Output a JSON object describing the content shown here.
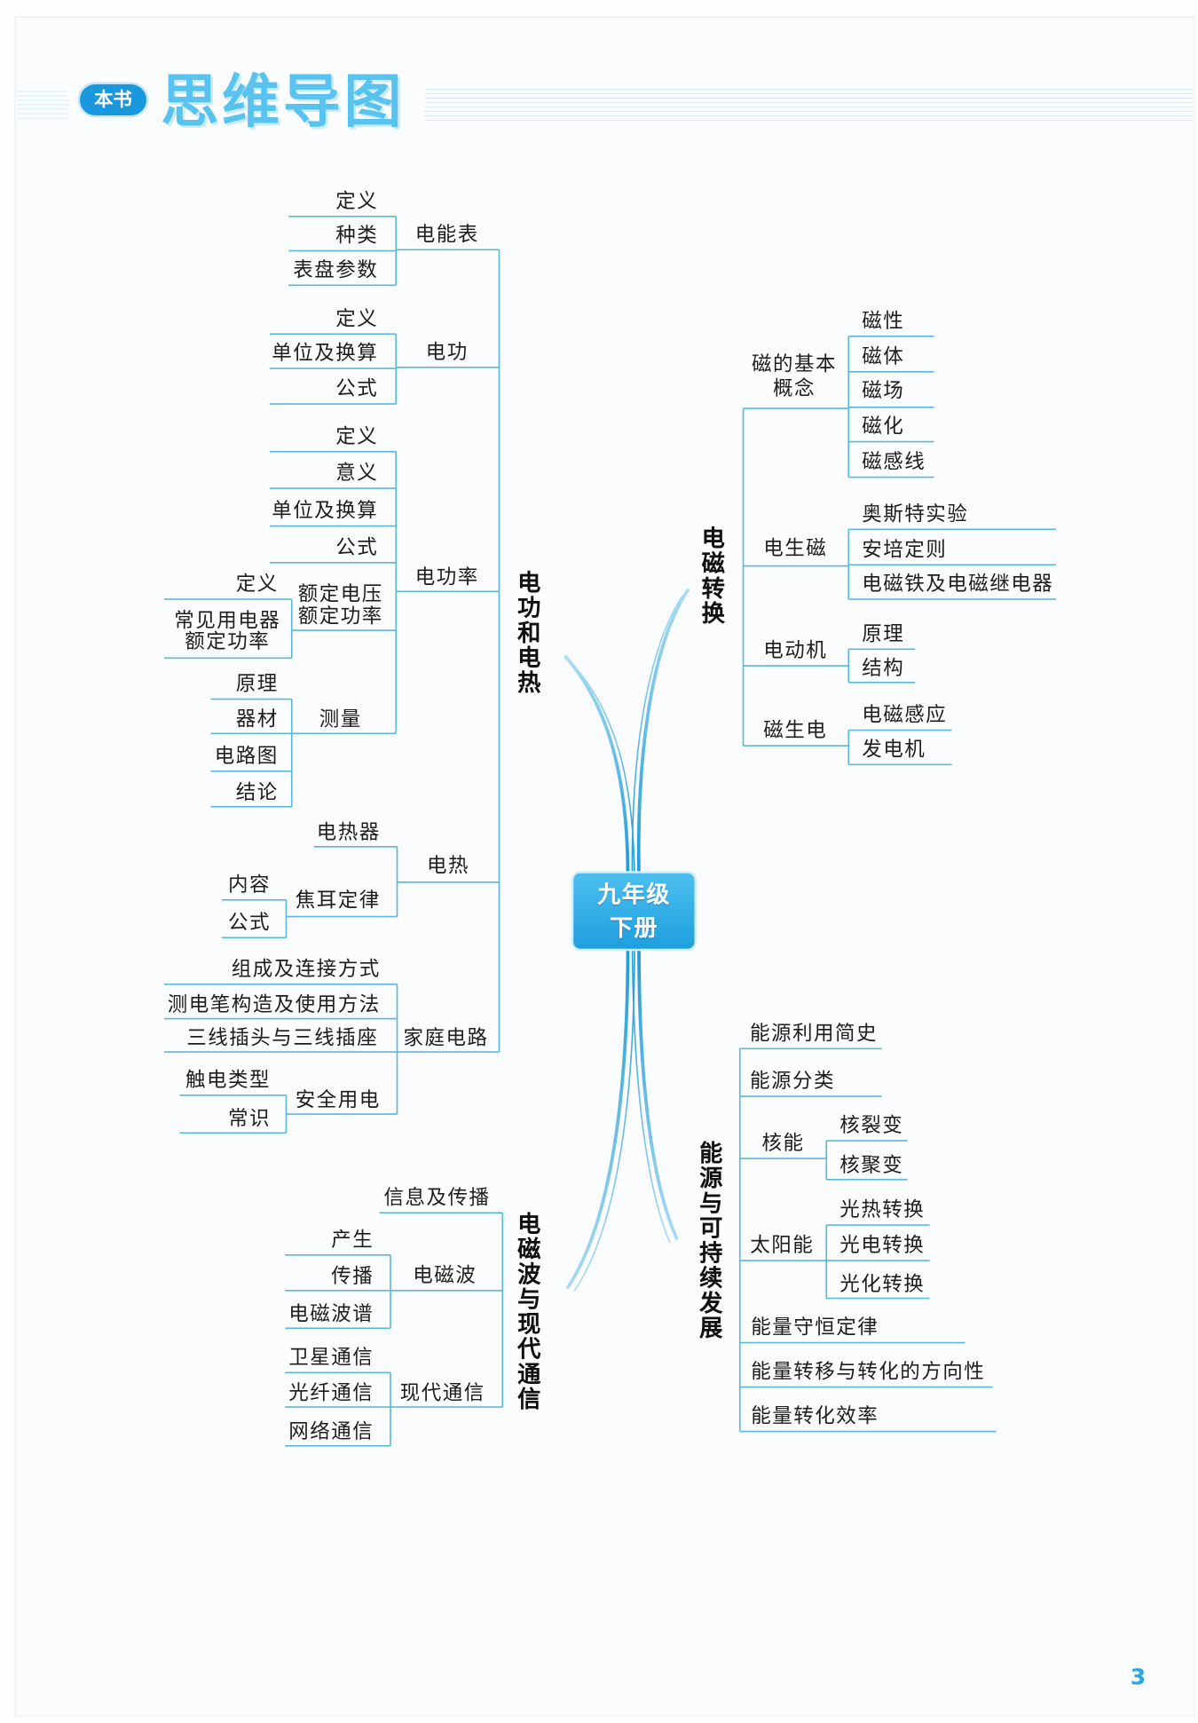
{
  "header": {
    "badge": "本书",
    "title": "思维导图"
  },
  "center": {
    "line1": "九年级",
    "line2": "下册"
  },
  "electric_work_heat": {
    "title": "电功和电热",
    "meter": {
      "label": "电能表",
      "children": [
        "定义",
        "种类",
        "表盘参数"
      ]
    },
    "work": {
      "label": "电功",
      "children": [
        "定义",
        "单位及换算",
        "公式"
      ]
    },
    "power": {
      "label": "电功率",
      "children": [
        "定义",
        "意义",
        "单位及换算",
        "公式"
      ],
      "rated": {
        "lines": [
          "额定电压",
          "额定功率"
        ],
        "definition": "定义",
        "common_appliances": [
          "常见用电器",
          "额定功率"
        ]
      },
      "measurement": {
        "label": "测量",
        "children": [
          "原理",
          "器材",
          "电路图",
          "结论"
        ]
      }
    },
    "heat": {
      "label": "电热",
      "heater": "电热器",
      "joule_law": {
        "label": "焦耳定律",
        "children": [
          "内容",
          "公式"
        ]
      }
    },
    "household_circuit": {
      "label": "家庭电路",
      "children": [
        "组成及连接方式",
        "测电笔构造及使用方法",
        "三线插头与三线插座"
      ],
      "safety": {
        "label": "安全用电",
        "children": [
          "触电类型",
          "常识"
        ]
      }
    }
  },
  "em_conversion": {
    "title": "电磁转换",
    "basics": {
      "lines": [
        "磁的基本",
        "概念"
      ],
      "children": [
        "磁性",
        "磁体",
        "磁场",
        "磁化",
        "磁感线"
      ]
    },
    "electricity_to_magnetism": {
      "label": "电生磁",
      "children": [
        "奥斯特实验",
        "安培定则",
        "电磁铁及电磁继电器"
      ]
    },
    "motor": {
      "label": "电动机",
      "children": [
        "原理",
        "结构"
      ]
    },
    "magnetism_to_electricity": {
      "label": "磁生电",
      "children": [
        "电磁感应",
        "发电机"
      ]
    }
  },
  "energy": {
    "title": "能源与可持续发展",
    "history": "能源利用简史",
    "classification": "能源分类",
    "nuclear": {
      "label": "核能",
      "children": [
        "核裂变",
        "核聚变"
      ]
    },
    "solar": {
      "label": "太阳能",
      "children": [
        "光热转换",
        "光电转换",
        "光化转换"
      ]
    },
    "conservation": "能量守恒定律",
    "direction": "能量转移与转化的方向性",
    "efficiency": "能量转化效率"
  },
  "em_waves": {
    "title": "电磁波与现代通信",
    "information": "信息及传播",
    "waves": {
      "label": "电磁波",
      "children": [
        "产生",
        "传播",
        "电磁波谱"
      ]
    },
    "modern_communication": {
      "label": "现代通信",
      "children": [
        "卫星通信",
        "光纤通信",
        "网络通信"
      ]
    }
  },
  "page_number": "3",
  "colors": {
    "accent": "#1b97dd",
    "branch_line": "#5ab9d8",
    "title_text": "#58c3ef",
    "center_box": "#2fa9e2",
    "page_number": "#2aa6e0"
  }
}
